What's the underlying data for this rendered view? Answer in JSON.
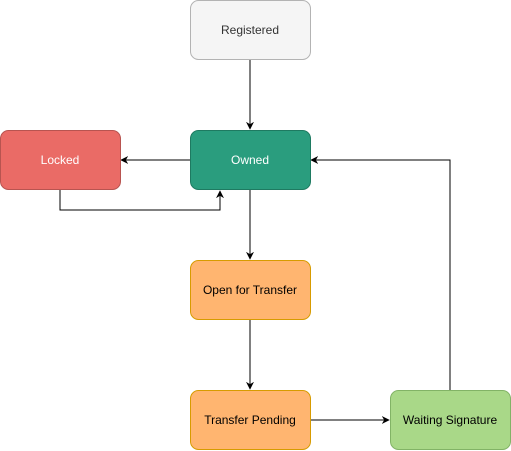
{
  "diagram": {
    "nodes": [
      {
        "id": "registered",
        "label": "Registered",
        "fill": "#f5f5f5",
        "stroke": "#b3b3b3",
        "text_color": "#333333"
      },
      {
        "id": "owned",
        "label": "Owned",
        "fill": "#2a9d7e",
        "stroke": "#1e7a61",
        "text_color": "#ffffff"
      },
      {
        "id": "locked",
        "label": "Locked",
        "fill": "#ea6b66",
        "stroke": "#b85450",
        "text_color": "#ffffff"
      },
      {
        "id": "open-for-transfer",
        "label": "Open for Transfer",
        "fill": "#ffb570",
        "stroke": "#d79b00",
        "text_color": "#000000"
      },
      {
        "id": "transfer-pending",
        "label": "Transfer Pending",
        "fill": "#ffb570",
        "stroke": "#d79b00",
        "text_color": "#000000"
      },
      {
        "id": "waiting-signature",
        "label": "Waiting Signature",
        "fill": "#a9d888",
        "stroke": "#82b366",
        "text_color": "#000000"
      }
    ],
    "edges": [
      {
        "from": "registered",
        "to": "owned"
      },
      {
        "from": "owned",
        "to": "locked"
      },
      {
        "from": "locked",
        "to": "owned"
      },
      {
        "from": "owned",
        "to": "open-for-transfer"
      },
      {
        "from": "open-for-transfer",
        "to": "transfer-pending"
      },
      {
        "from": "transfer-pending",
        "to": "waiting-signature"
      },
      {
        "from": "waiting-signature",
        "to": "owned"
      }
    ]
  }
}
